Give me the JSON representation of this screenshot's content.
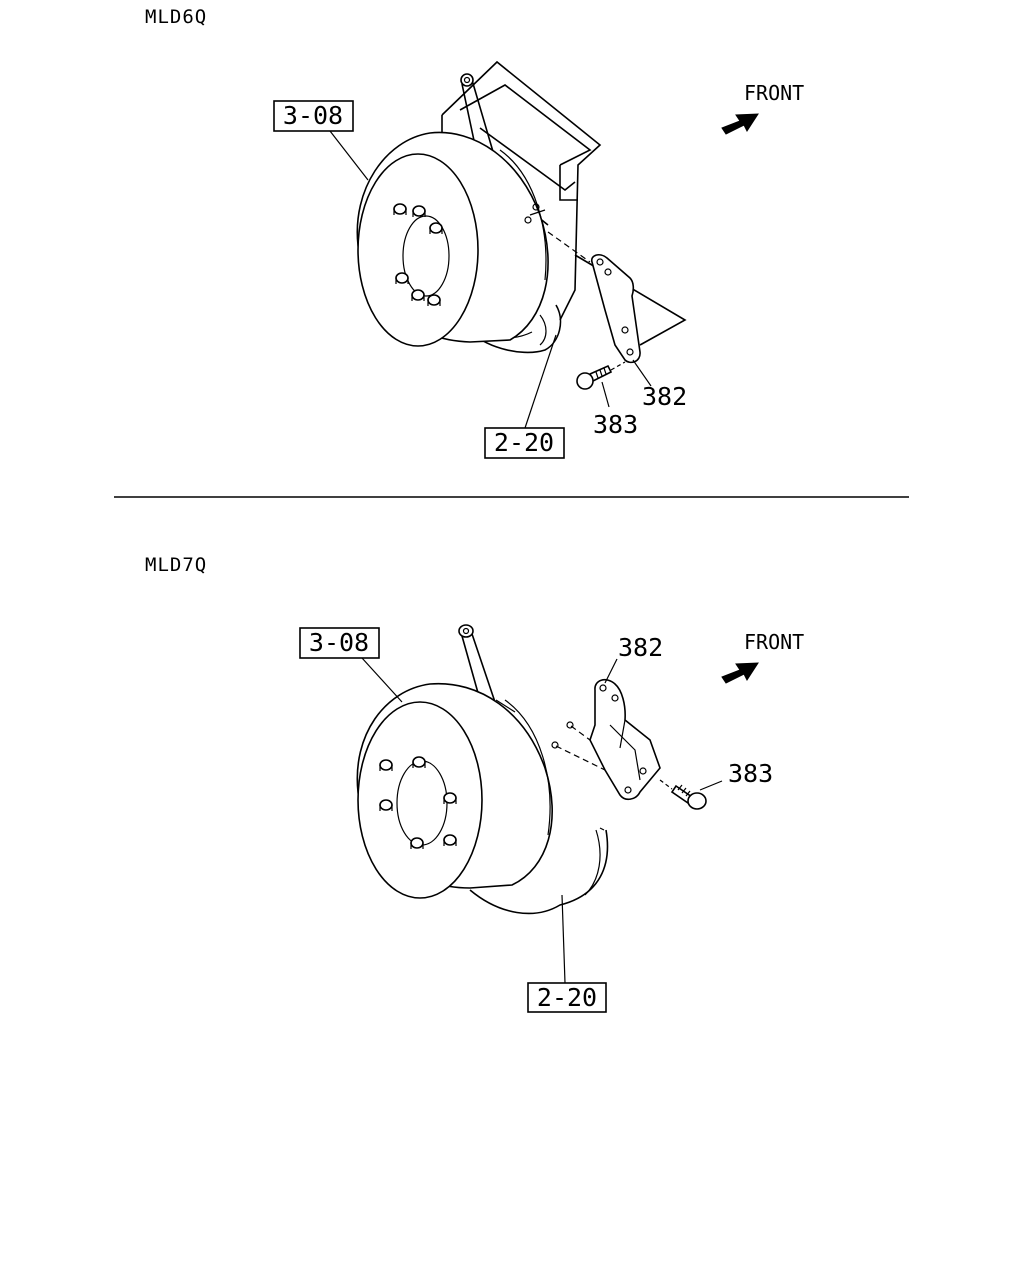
{
  "diagrams": [
    {
      "variant_code": "MLD6Q",
      "direction_label": "FRONT",
      "ref_upper": "3-08",
      "ref_lower": "2-20",
      "part_bracket": "382",
      "part_bolt": "383"
    },
    {
      "variant_code": "MLD7Q",
      "direction_label": "FRONT",
      "ref_upper": "3-08",
      "ref_lower": "2-20",
      "part_bracket": "382",
      "part_bolt": "383"
    }
  ],
  "icons": {
    "direction_arrow": "arrow-front-icon"
  }
}
